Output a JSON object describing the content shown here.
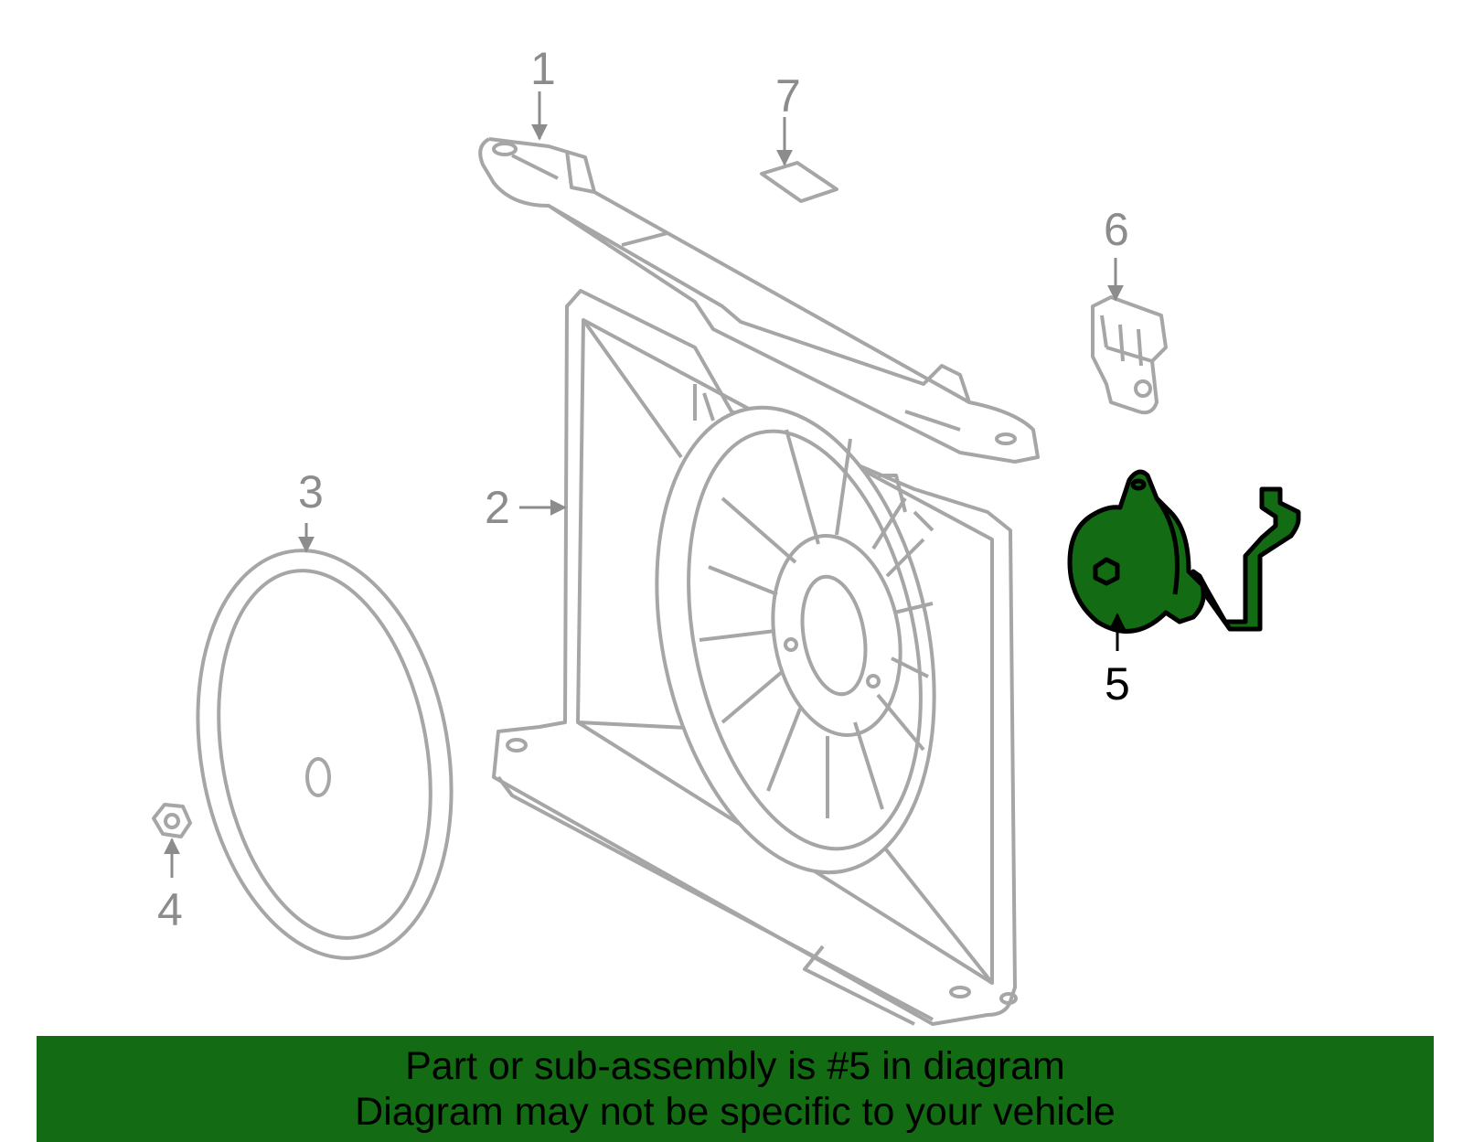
{
  "diagram": {
    "callouts": [
      {
        "id": "1",
        "label": "1",
        "highlighted": false
      },
      {
        "id": "2",
        "label": "2",
        "highlighted": false
      },
      {
        "id": "3",
        "label": "3",
        "highlighted": false
      },
      {
        "id": "4",
        "label": "4",
        "highlighted": false
      },
      {
        "id": "5",
        "label": "5",
        "highlighted": true
      },
      {
        "id": "6",
        "label": "6",
        "highlighted": false
      },
      {
        "id": "7",
        "label": "7",
        "highlighted": false
      }
    ],
    "colors": {
      "line": "#a6a6a6",
      "callout_text": "#8c8c8c",
      "highlight_fill": "#136b13",
      "highlight_outline": "#000000",
      "banner_bg": "#136b13",
      "banner_text": "#000000"
    }
  },
  "banner": {
    "line1": "Part or sub-assembly is #5 in diagram",
    "line2": "Diagram may not be specific to your vehicle"
  }
}
